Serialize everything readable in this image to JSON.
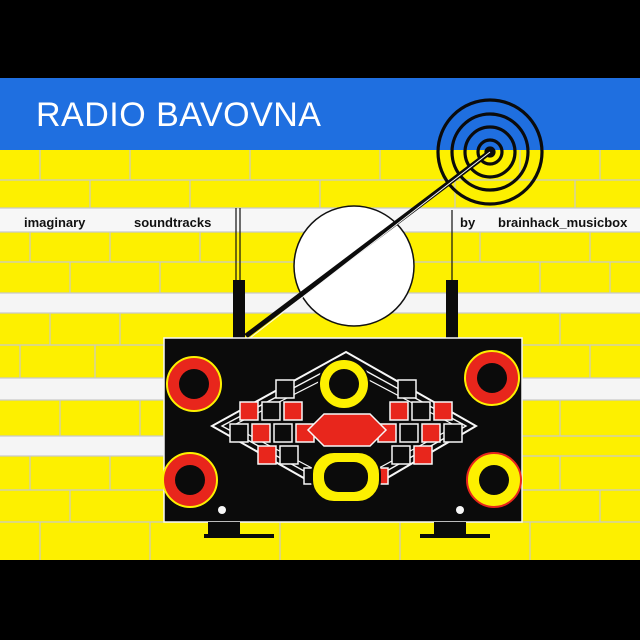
{
  "cover": {
    "title": "RADIO BAVOVNA",
    "caption_words": [
      "imaginary",
      "soundtracks",
      "by",
      "brainhack_musicbox"
    ]
  },
  "colors": {
    "blue": "#1f6fe0",
    "yellow": "#fdf000",
    "white": "#f7f7f7",
    "red": "#e8261c",
    "black": "#0b0b0b"
  },
  "icons": [
    "radio-illustration",
    "antenna-spiral-icon",
    "moon-circle-icon"
  ]
}
